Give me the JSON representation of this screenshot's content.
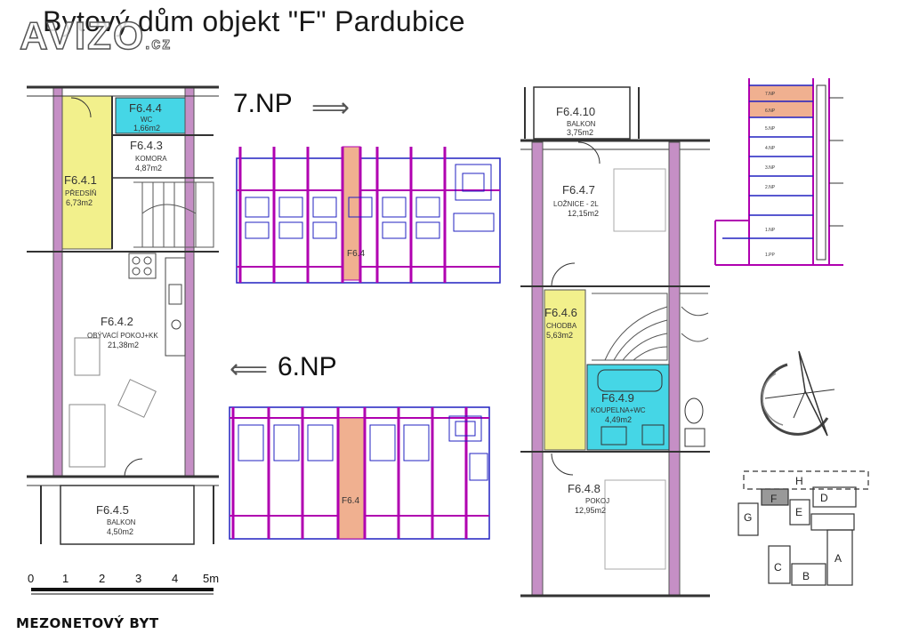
{
  "title": "Bytový dům objekt \"F\" Pardubice",
  "logo": {
    "main": "AVIZO",
    "suffix": ".cz"
  },
  "floors": {
    "upper": "7.NP",
    "lower": "6.NP"
  },
  "floor_marker": "F6.4",
  "footer": "MEZONETOVÝ BYT",
  "colors": {
    "hall": "#f2f08c",
    "bath": "#45d6e6",
    "highlight": "#f0b090",
    "wall": "#c58fc5",
    "line": "#b000b0"
  },
  "rooms_left": [
    {
      "id": "F6.4.4",
      "type": "WC",
      "area": "1,66m2"
    },
    {
      "id": "F6.4.3",
      "type": "KOMORA",
      "area": "4,87m2"
    },
    {
      "id": "F6.4.1",
      "type": "PŘEDSÍŇ",
      "area": "6,73m2"
    },
    {
      "id": "F6.4.2",
      "type": "OBÝVACÍ POKOJ+KK",
      "area": "21,38m2"
    },
    {
      "id": "F6.4.5",
      "type": "BALKON",
      "area": "4,50m2"
    }
  ],
  "rooms_right": [
    {
      "id": "F6.4.10",
      "type": "BALKON",
      "area": "3,75m2"
    },
    {
      "id": "F6.4.7",
      "type": "LOŽNICE - 2L",
      "area": "12,15m2"
    },
    {
      "id": "F6.4.6",
      "type": "CHODBA",
      "area": "5,63m2"
    },
    {
      "id": "F6.4.9",
      "type": "KOUPELNA+WC",
      "area": "4,49m2"
    },
    {
      "id": "F6.4.8",
      "type": "POKOJ",
      "area": "12,95m2"
    }
  ],
  "scale": {
    "ticks": [
      "0",
      "1",
      "2",
      "3",
      "4",
      "5m"
    ]
  },
  "section_floors": [
    "7.NP",
    "6.NP",
    "5.NP",
    "4.NP",
    "3.NP",
    "2.NP",
    "1.NP",
    "1.PP"
  ],
  "site_blocks": [
    "H",
    "F",
    "D",
    "G",
    "E",
    "A",
    "C",
    "B"
  ]
}
